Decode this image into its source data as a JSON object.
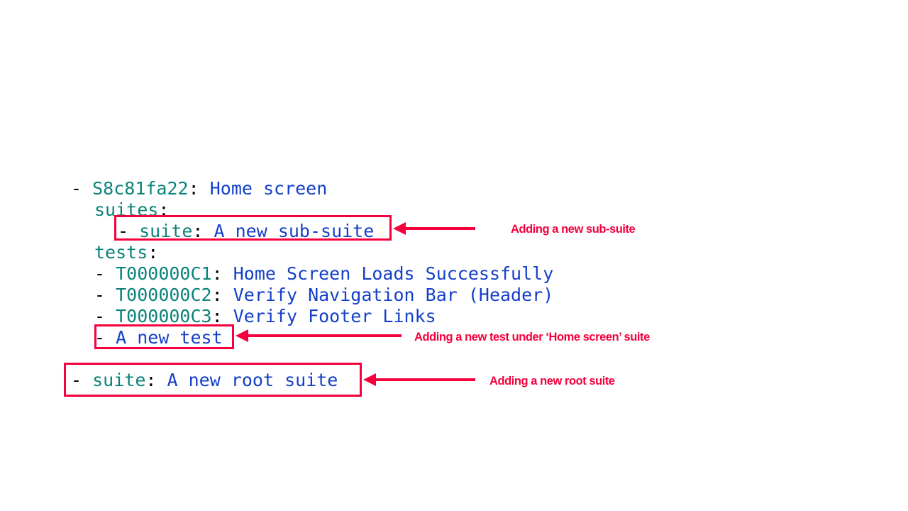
{
  "page": {
    "background": "#ffffff",
    "colors": {
      "key": "#0a8379",
      "value": "#1440c8",
      "punctuation": "#000000",
      "annotation_red": "#f5003c"
    }
  },
  "tree": {
    "root_suite": {
      "bullet": "-",
      "id": "S8c81fa22",
      "separator": ":",
      "title": "Home screen"
    },
    "suites_label": "suites",
    "suites_label_colon": ":",
    "sub_suite": {
      "bullet": "-",
      "key": "suite",
      "separator": ":",
      "title": "A new sub-suite"
    },
    "tests_label": "tests",
    "tests_label_colon": ":",
    "tests": [
      {
        "bullet": "-",
        "id": "T000000C1",
        "separator": ":",
        "title": "Home Screen Loads Successfully"
      },
      {
        "bullet": "-",
        "id": "T000000C2",
        "separator": ":",
        "title": "Verify Navigation Bar (Header)"
      },
      {
        "bullet": "-",
        "id": "T000000C3",
        "separator": ":",
        "title": "Verify Footer Links"
      }
    ],
    "new_test": {
      "bullet": "-",
      "title": "A new test"
    },
    "new_root_suite": {
      "bullet": "-",
      "key": "suite",
      "separator": ":",
      "title": "A new root suite"
    }
  },
  "annotations": [
    {
      "text": "Adding a new sub-suite"
    },
    {
      "text": "Adding a new test under ‘Home screen’ suite"
    },
    {
      "text": "Adding a new root suite"
    }
  ]
}
